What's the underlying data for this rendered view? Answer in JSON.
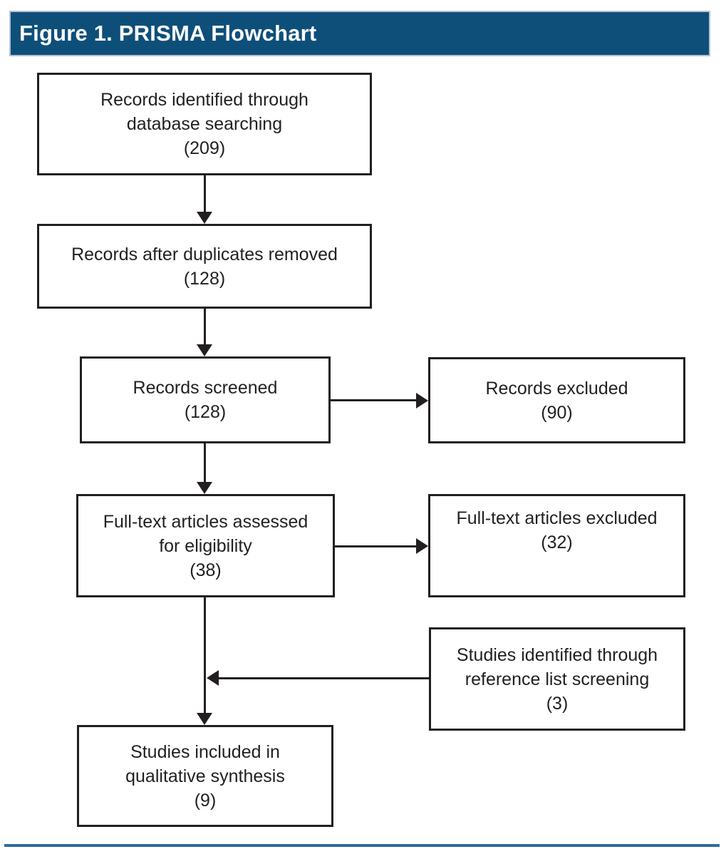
{
  "figure": {
    "title": "Figure 1. PRISMA Flowchart"
  },
  "colors": {
    "header_background": "#0e4f7a",
    "header_border": "#b5c2d6",
    "header_text": "#ffffff",
    "box_border": "#231f20",
    "box_text": "#231f20",
    "arrow": "#231f20",
    "bottom_rule": "#2e6b9e",
    "page_background": "#ffffff"
  },
  "flowchart": {
    "boxes": [
      {
        "name": "records-identified",
        "lines": [
          "Records identified through",
          "database searching",
          "(209)"
        ]
      },
      {
        "name": "records-after-duplicates",
        "lines": [
          "Records after duplicates removed",
          "(128)"
        ]
      },
      {
        "name": "records-screened",
        "lines": [
          "Records screened",
          "(128)"
        ]
      },
      {
        "name": "records-excluded",
        "lines": [
          "Records excluded",
          "(90)"
        ]
      },
      {
        "name": "fulltext-assessed",
        "lines": [
          "Full-text articles assessed",
          "for eligibility",
          "(38)"
        ]
      },
      {
        "name": "fulltext-excluded",
        "lines": [
          "Full-text articles excluded",
          "(32)"
        ]
      },
      {
        "name": "studies-reference-list",
        "lines": [
          "Studies identified through",
          "reference list screening",
          "(3)"
        ]
      },
      {
        "name": "studies-included",
        "lines": [
          "Studies included in",
          "qualitative synthesis",
          "(9)"
        ]
      }
    ],
    "counts": {
      "identified": 209,
      "after_duplicates": 128,
      "screened": 128,
      "excluded": 90,
      "fulltext_assessed": 38,
      "fulltext_excluded": 32,
      "reference_list": 3,
      "included": 9
    }
  }
}
